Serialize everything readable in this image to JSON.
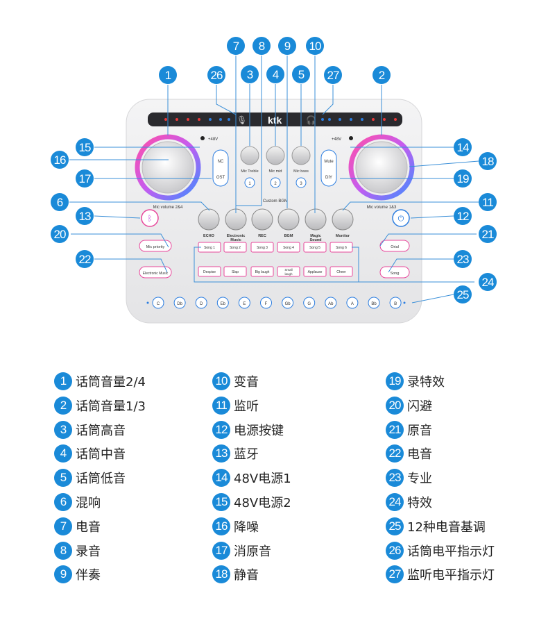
{
  "device": {
    "logo": "ktk",
    "mic_left_label": "Mic volume 2&4",
    "mic_right_label": "Mic volume 1&3",
    "p48_left": "+48V",
    "p48_right": "+48V",
    "nc_label": "NC",
    "ost_label": "OST",
    "mute_label": "Mute",
    "diy_label": "DIY",
    "top_knobs": [
      {
        "label": "Mic Treble",
        "pad": "1"
      },
      {
        "label": "Mic mid",
        "pad": "2"
      },
      {
        "label": "Mic bass",
        "pad": "3"
      }
    ],
    "custom_bgm": "Custom BGM",
    "knob_row": [
      {
        "label": "ECHO"
      },
      {
        "label": "Electronic Music"
      },
      {
        "label": "REC"
      },
      {
        "label": "BGM"
      },
      {
        "label": "Magic Sound"
      },
      {
        "label": "Monitor"
      }
    ],
    "mic_priority": "Mic priority",
    "electronic_music_btn": "Electronic Music",
    "original_btn": "Orial",
    "song_btn": "Song",
    "songs": [
      "Song 1",
      "Song 2",
      "Song 3",
      "Song 4",
      "Song 5",
      "Song 6"
    ],
    "effects": [
      "Despise",
      "Slap",
      "Big laugh",
      "Small laugh",
      "Applause",
      "Cheer"
    ],
    "keys": [
      "C",
      "Db",
      "D",
      "Eb",
      "E",
      "F",
      "Gb",
      "G",
      "Ab",
      "A",
      "Bb",
      "B"
    ]
  },
  "callouts": [
    "1",
    "2",
    "3",
    "4",
    "5",
    "6",
    "7",
    "8",
    "9",
    "10",
    "11",
    "12",
    "13",
    "14",
    "15",
    "16",
    "17",
    "18",
    "19",
    "20",
    "21",
    "22",
    "23",
    "24",
    "25",
    "26",
    "27"
  ],
  "legend": [
    {
      "num": "1",
      "text": "话筒音量2/4"
    },
    {
      "num": "2",
      "text": "话筒音量1/3"
    },
    {
      "num": "3",
      "text": "话筒高音"
    },
    {
      "num": "4",
      "text": "话筒中音"
    },
    {
      "num": "5",
      "text": "话筒低音"
    },
    {
      "num": "6",
      "text": "混响"
    },
    {
      "num": "7",
      "text": "电音"
    },
    {
      "num": "8",
      "text": "录音"
    },
    {
      "num": "9",
      "text": "伴奏"
    },
    {
      "num": "10",
      "text": "变音"
    },
    {
      "num": "11",
      "text": "监听"
    },
    {
      "num": "12",
      "text": "电源按键"
    },
    {
      "num": "13",
      "text": "蓝牙"
    },
    {
      "num": "14",
      "text": "48V电源1"
    },
    {
      "num": "15",
      "text": "48V电源2"
    },
    {
      "num": "16",
      "text": "降噪"
    },
    {
      "num": "17",
      "text": "消原音"
    },
    {
      "num": "18",
      "text": "静音"
    },
    {
      "num": "19",
      "text": "录特效"
    },
    {
      "num": "20",
      "text": "闪避"
    },
    {
      "num": "21",
      "text": "原音"
    },
    {
      "num": "22",
      "text": "电音"
    },
    {
      "num": "23",
      "text": "专业"
    },
    {
      "num": "24",
      "text": "特效"
    },
    {
      "num": "25",
      "text": "12种电音基调"
    },
    {
      "num": "26",
      "text": "话筒电平指示灯"
    },
    {
      "num": "27",
      "text": "监听电平指示灯"
    }
  ],
  "colors": {
    "badge": "#1a8ad8",
    "pink": "#e8459a",
    "blue_led": "#2b7de0",
    "red_led": "#e83a3a"
  }
}
